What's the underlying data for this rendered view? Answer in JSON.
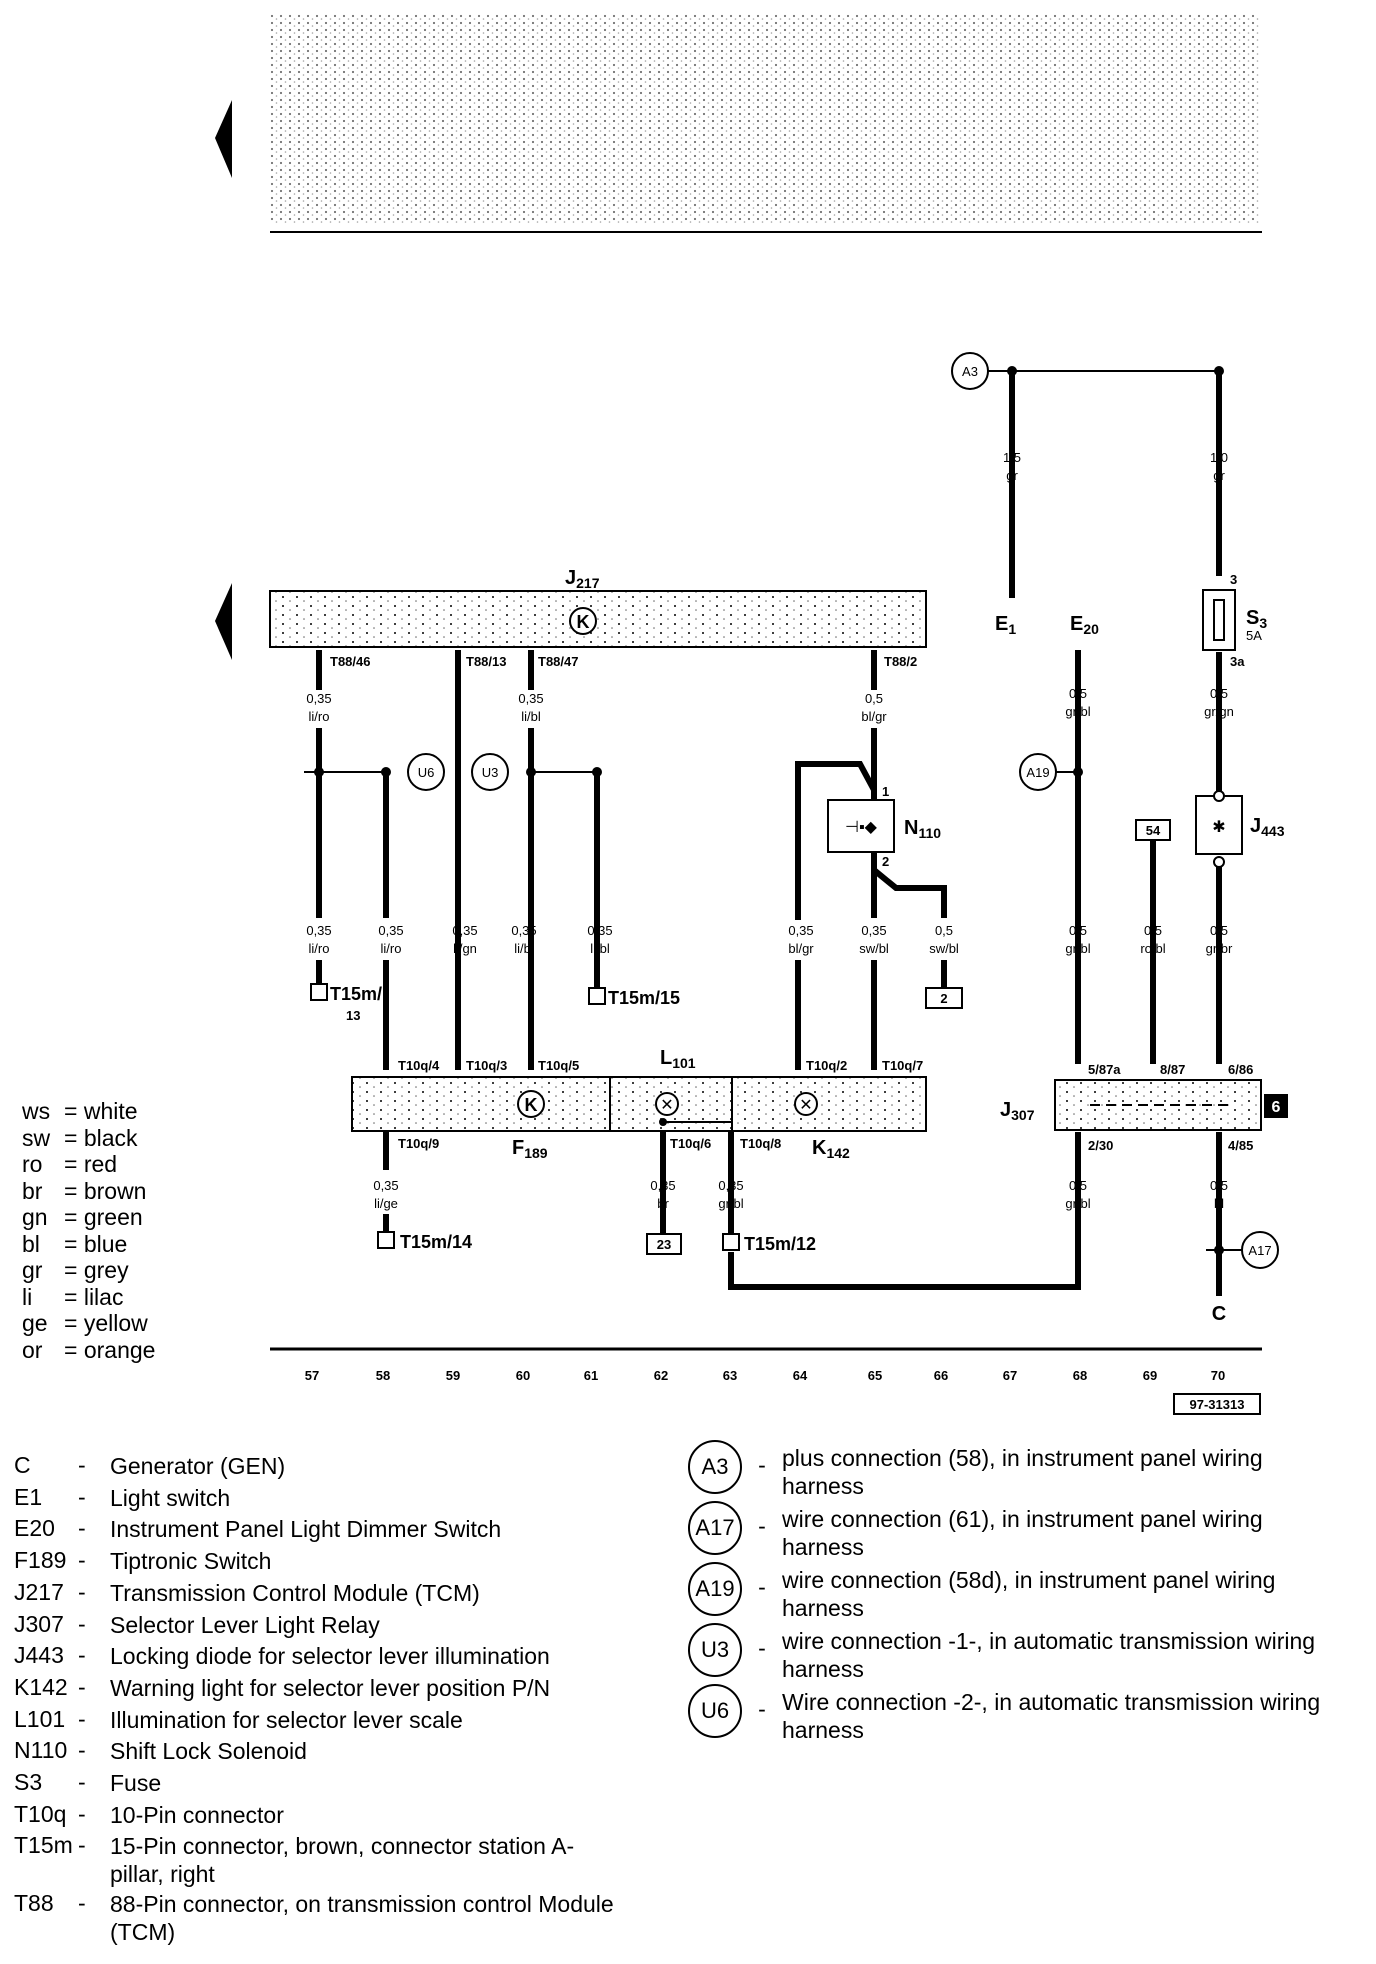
{
  "components": {
    "J217": {
      "letter": "J",
      "sub": "217"
    },
    "E1": {
      "letter": "E",
      "sub": "1"
    },
    "E20": {
      "letter": "E",
      "sub": "20"
    },
    "S3": {
      "letter": "S",
      "sub": "3",
      "rating": "5A"
    },
    "J443": {
      "letter": "J",
      "sub": "443"
    },
    "N110": {
      "letter": "N",
      "sub": "110"
    },
    "L101": {
      "letter": "L",
      "sub": "101"
    },
    "F189": {
      "letter": "F",
      "sub": "189"
    },
    "K142": {
      "letter": "K",
      "sub": "142"
    },
    "J307": {
      "letter": "J",
      "sub": "307"
    },
    "C": {
      "letter": "C"
    }
  },
  "connectors": {
    "t88_46": "T88/46",
    "t88_13": "T88/13",
    "t88_47": "T88/47",
    "t88_2": "T88/2",
    "t10q_4": "T10q/4",
    "t10q_3": "T10q/3",
    "t10q_5": "T10q/5",
    "t10q_2": "T10q/2",
    "t10q_7": "T10q/7",
    "t10q_9": "T10q/9",
    "t10q_6": "T10q/6",
    "t10q_8": "T10q/8",
    "t15m_13a": "T15m/",
    "t15m_13b": "13",
    "t15m_15": "T15m/15",
    "t15m_14": "T15m/14",
    "t15m_12": "T15m/12",
    "relay_87a": "5/87a",
    "relay_87": "8/87",
    "relay_86": "6/86",
    "relay_30": "2/30",
    "relay_85": "4/85",
    "fuse_in": "3",
    "fuse_out": "3a",
    "n110_1": "1",
    "n110_2": "2",
    "relay_box": "6"
  },
  "wires": {
    "w1": [
      "0,35",
      "li/ro"
    ],
    "w2": [
      "0,35",
      "li/bl"
    ],
    "w3": [
      "0,5",
      "bl/gr"
    ],
    "w4": [
      "1,5",
      "gr"
    ],
    "w5": [
      "1,0",
      "gr"
    ],
    "w6": [
      "0,5",
      "gr/bl"
    ],
    "w7": [
      "0,5",
      "gr/gn"
    ],
    "w8": [
      "0,35",
      "li/ro"
    ],
    "w9": [
      "0,35",
      "li/ro"
    ],
    "w10": [
      "0,35",
      "li/gn"
    ],
    "w11": [
      "0,35",
      "li/bl"
    ],
    "w12": [
      "0,35",
      "li/bl"
    ],
    "w13": [
      "0,35",
      "bl/gr"
    ],
    "w14": [
      "0,35",
      "sw/bl"
    ],
    "w15": [
      "0,5",
      "sw/bl"
    ],
    "w16": [
      "0,5",
      "gr/bl"
    ],
    "w17": [
      "0,5",
      "ro/bl"
    ],
    "w18": [
      "0,5",
      "gr/br"
    ],
    "w19": [
      "0,35",
      "li/ge"
    ],
    "w20": [
      "0,35",
      "br"
    ],
    "w21": [
      "0,35",
      "gr/bl"
    ],
    "w22": [
      "0,5",
      "gr/bl"
    ],
    "w23": [
      "0,5",
      "bl"
    ]
  },
  "wire_connections": {
    "A3": "A3",
    "A17": "A17",
    "A19": "A19",
    "U3": "U3",
    "U6": "U6"
  },
  "refs": {
    "r54": "54",
    "r2": "2",
    "r23": "23"
  },
  "tracks": [
    "57",
    "58",
    "59",
    "60",
    "61",
    "62",
    "63",
    "64",
    "65",
    "66",
    "67",
    "68",
    "69",
    "70"
  ],
  "figure_id": "97-31313",
  "color_key": [
    {
      "code": "ws",
      "name": "white"
    },
    {
      "code": "sw",
      "name": "black"
    },
    {
      "code": "ro",
      "name": "red"
    },
    {
      "code": "br",
      "name": "brown"
    },
    {
      "code": "gn",
      "name": "green"
    },
    {
      "code": "bl",
      "name": "blue"
    },
    {
      "code": "gr",
      "name": "grey"
    },
    {
      "code": "li",
      "name": "lilac"
    },
    {
      "code": "ge",
      "name": "yellow"
    },
    {
      "code": "or",
      "name": "orange"
    }
  ],
  "legend_components": [
    {
      "code": "C",
      "desc": "Generator (GEN)"
    },
    {
      "code": "E1",
      "desc": "Light switch"
    },
    {
      "code": "E20",
      "desc": "Instrument Panel Light Dimmer Switch"
    },
    {
      "code": "F189",
      "desc": "Tiptronic Switch"
    },
    {
      "code": "J217",
      "desc": "Transmission Control Module (TCM)"
    },
    {
      "code": "J307",
      "desc": "Selector Lever Light Relay"
    },
    {
      "code": "J443",
      "desc": "Locking diode for selector lever illumination"
    },
    {
      "code": "K142",
      "desc": "Warning light for selector lever position P/N"
    },
    {
      "code": "L101",
      "desc": "Illumination for selector lever scale"
    },
    {
      "code": "N110",
      "desc": "Shift Lock Solenoid"
    },
    {
      "code": "S3",
      "desc": "Fuse"
    },
    {
      "code": "T10q",
      "desc": "10-Pin connector"
    },
    {
      "code": "T15m",
      "desc": "15-Pin connector, brown, connector station A-pillar, right"
    },
    {
      "code": "T88",
      "desc": "88-Pin connector, on transmission control Module (TCM)"
    }
  ],
  "legend_connections": [
    {
      "code": "A3",
      "desc": "plus connection (58), in instrument panel wiring harness"
    },
    {
      "code": "A17",
      "desc": "wire connection (61), in instrument panel wiring harness"
    },
    {
      "code": "A19",
      "desc": "wire connection (58d), in instrument panel wiring harness"
    },
    {
      "code": "U3",
      "desc": "wire connection -1-, in automatic transmission wiring harness"
    },
    {
      "code": "U6",
      "desc": "Wire connection -2-, in automatic transmission wiring harness"
    }
  ],
  "dash": "-"
}
